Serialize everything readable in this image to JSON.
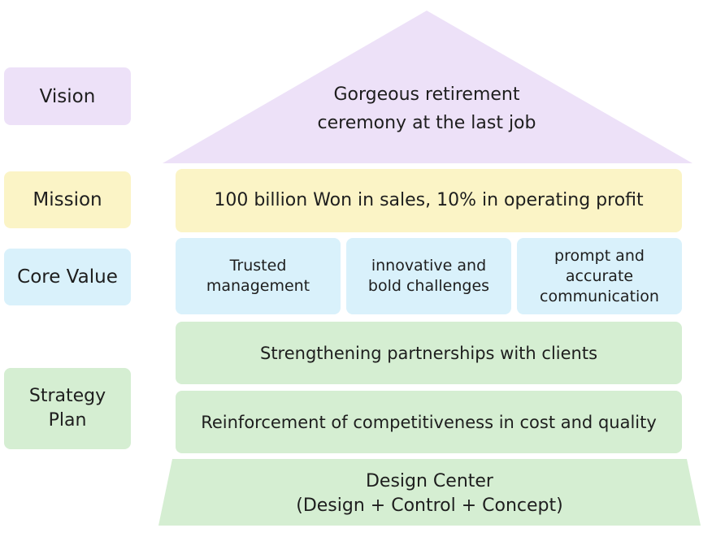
{
  "colors": {
    "vision": "#ede1f8",
    "mission": "#fbf4c6",
    "core_value": "#d9f1fb",
    "strategy": "#d5eed2"
  },
  "labels": {
    "vision": "Vision",
    "mission": "Mission",
    "core_value": "Core Value",
    "strategy_plan": "Strategy\nPlan"
  },
  "vision": {
    "text": "Gorgeous retirement\nceremony at the last job"
  },
  "mission": {
    "text": "100 billion Won in sales, 10% in operating profit"
  },
  "core_values": [
    "Trusted\nmanagement",
    "innovative and\nbold challenges",
    "prompt and\naccurate\ncommunication"
  ],
  "strategies": [
    "Strengthening partnerships with clients",
    "Reinforcement of competitiveness in cost and quality"
  ],
  "foundation": {
    "text": "Design Center\n(Design + Control + Concept)"
  }
}
